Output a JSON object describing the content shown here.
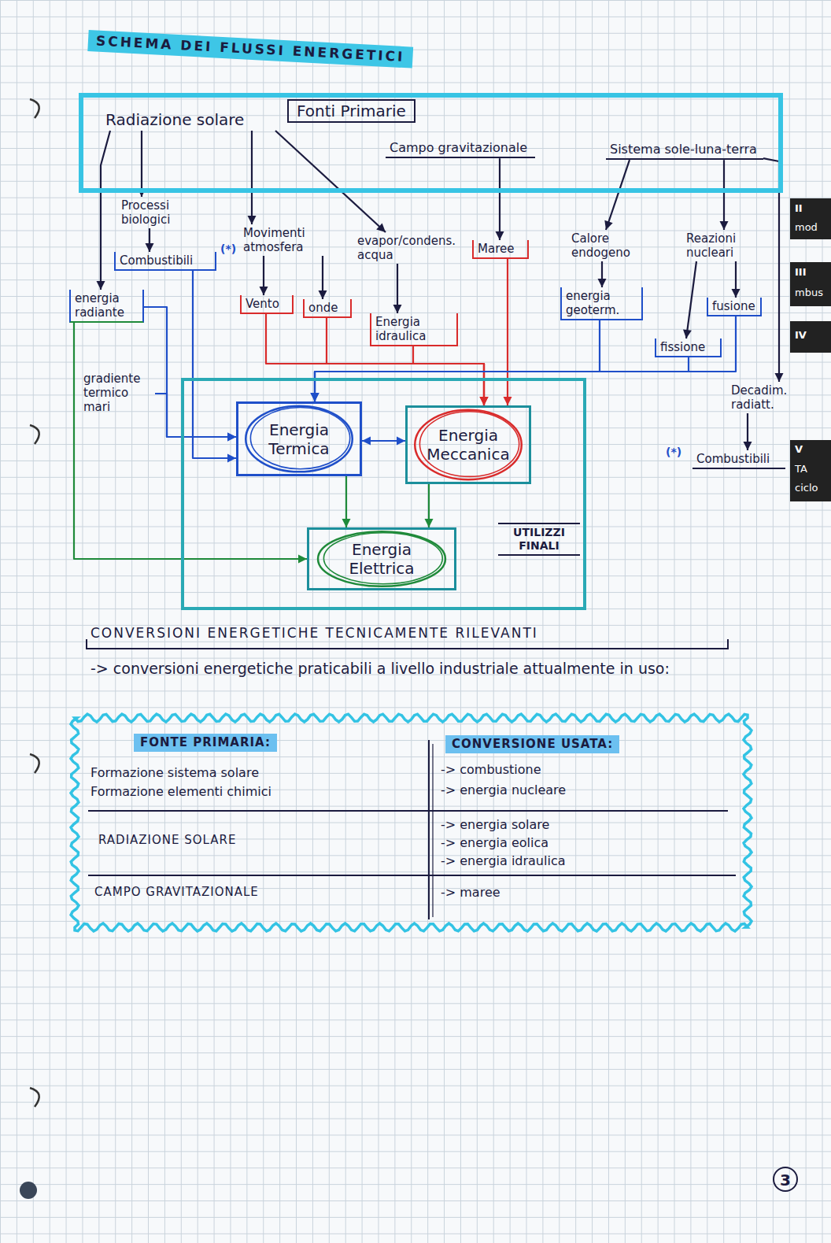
{
  "diagram": {
    "title": "SCHEMA DEI FLUSSI ENERGETICI",
    "nodes": [
      {
        "text": [
          "Fonti Primarie"
        ]
      },
      {
        "text": [
          "Radiazione solare"
        ],
        "in": 0
      },
      {
        "text": [
          "Campo gravitazionale"
        ],
        "in": 0
      },
      {
        "text": [
          "Sistema sole-luna-terra"
        ],
        "in": 0
      },
      {
        "text": [
          "Processi biologici"
        ]
      },
      {
        "text": [
          "Movimenti atmosfera"
        ]
      },
      {
        "text": [
          "evapor/condens. acqua"
        ]
      },
      {
        "text": [
          "Maree"
        ]
      },
      {
        "text": [
          "Calore endogeno"
        ]
      },
      {
        "text": [
          "Reazioni nucleari"
        ]
      },
      {
        "text": [
          "Combustibili"
        ]
      },
      {
        "text": [
          "energia radiante"
        ]
      },
      {
        "text": [
          "Vento"
        ]
      },
      {
        "text": [
          "onde"
        ]
      },
      {
        "text": [
          "Energia idraulica"
        ]
      },
      {
        "text": [
          "energia geoterm."
        ]
      },
      {
        "text": [
          "fusione"
        ]
      },
      {
        "text": [
          "fissione"
        ]
      },
      {
        "text": [
          "Decadim. radiatt."
        ]
      },
      {
        "text": [
          "gradiente termico mari"
        ]
      },
      {
        "text": [
          "Combustibili"
        ]
      },
      {
        "text": [
          "UTILIZZI FINALI"
        ]
      },
      {
        "text": [
          "Energia Termica"
        ],
        "in": 21
      },
      {
        "text": [
          "Energia Meccanica"
        ],
        "in": 21
      },
      {
        "text": [
          "Energia Elettrica"
        ],
        "in": 21
      }
    ],
    "edges": [
      {
        "from": 1,
        "to": 4,
        "arrow": "to"
      },
      {
        "from": 1,
        "to": 5,
        "arrow": "to"
      },
      {
        "from": 1,
        "to": 6,
        "arrow": "to"
      },
      {
        "from": 1,
        "to": 11,
        "arrow": "to"
      },
      {
        "from": 4,
        "to": 10,
        "arrow": "to"
      },
      {
        "from": 5,
        "to": 12,
        "arrow": "to"
      },
      {
        "from": 5,
        "to": 13,
        "arrow": "to"
      },
      {
        "from": 6,
        "to": 14,
        "arrow": "to"
      },
      {
        "from": 2,
        "to": 7,
        "arrow": "to"
      },
      {
        "from": 3,
        "to": 8,
        "arrow": "to"
      },
      {
        "from": 3,
        "to": 9,
        "arrow": "to"
      },
      {
        "from": 8,
        "to": 15,
        "arrow": "to"
      },
      {
        "from": 9,
        "to": 16,
        "arrow": "to"
      },
      {
        "from": 9,
        "to": 17,
        "arrow": "to"
      },
      {
        "from": 3,
        "to": 18,
        "arrow": "to"
      },
      {
        "from": 18,
        "to": 20,
        "arrow": "to"
      },
      {
        "from": 10,
        "to": 22,
        "arrow": "to"
      },
      {
        "from": 11,
        "to": 22,
        "arrow": "to"
      },
      {
        "from": 19,
        "to": 22,
        "arrow": "to"
      },
      {
        "from": 11,
        "to": 24,
        "arrow": "to"
      },
      {
        "from": 12,
        "to": 23,
        "arrow": "to"
      },
      {
        "from": 13,
        "to": 23,
        "arrow": "to"
      },
      {
        "from": 14,
        "to": 23,
        "arrow": "to"
      },
      {
        "from": 7,
        "to": 23,
        "arrow": "to"
      },
      {
        "from": 15,
        "to": 22,
        "arrow": "to"
      },
      {
        "from": 16,
        "to": 22,
        "arrow": "to"
      },
      {
        "from": 17,
        "to": 22,
        "arrow": "to"
      },
      {
        "from": 22,
        "to": 23,
        "arrow": "both"
      },
      {
        "from": 22,
        "to": 24,
        "arrow": "to"
      },
      {
        "from": 23,
        "to": 24,
        "arrow": "to"
      }
    ],
    "labels": [
      "(*)",
      "(*)",
      "CONVERSIONI ENERGETICHE TECNICAMENTE RILEVANTI",
      "-> conversioni energetiche praticabili a livello industriale attualmente in uso:",
      "FONTE PRIMARIA:",
      "CONVERSIONE USATA:",
      "Formazione sistema solare Formazione elementi chimici",
      "-> combustione",
      "-> energia nucleare",
      "RADIAZIONE SOLARE",
      "-> energia solare",
      "-> energia eolica",
      "-> energia idraulica",
      "CAMPO GRAVITAZIONALE",
      "-> maree",
      "II",
      "mod",
      "III",
      "mbus",
      "IV",
      "V",
      "TA",
      "ciclo",
      "3"
    ]
  }
}
